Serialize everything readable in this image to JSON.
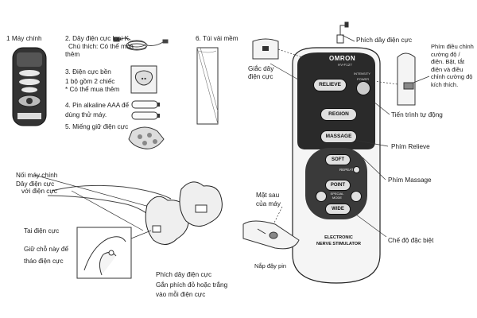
{
  "parts_list": {
    "item1": "1 Máy chính",
    "item2_line1": "2. Dây điện cực loại K.",
    "item2_line2": "Chú thích: Có thể mua",
    "item2_line3": "thêm",
    "item3_line1": "3. Điện cực bền",
    "item3_line2": "1 bộ gồm 2 chiếc",
    "item3_line3": "* Có thể mua thêm",
    "item4_line1": "4. Pin alkaline AAA để",
    "item4_line2": "dùng thử máy.",
    "item5": "5. Miếng giữ điện cực",
    "item6": "6. Túi vải mềm"
  },
  "assembly": {
    "connect_main": "Nối máy chính",
    "electrode_wire": "Dây điện cực",
    "with_electrode": "với điện cực",
    "ear": "Tai điện cực",
    "hold_line1": "Giữ chỗ này để",
    "hold_line2": "tháo điện cực",
    "plug_label": "Phích dây điện cực",
    "plug_note_line1": "Gắn phích đỏ hoặc trắng",
    "plug_note_line2": "vào mỗi điện cực"
  },
  "device_callouts": {
    "plug_top": "Phích dây điện cực",
    "jack_line1": "Giắc dây",
    "jack_line2": "điện cực",
    "intensity": "Phím điều chỉnh cường độ / điện. Bật, tắt điện và điều chỉnh cường độ kích thích.",
    "auto_progress": "Tiến trình tự động",
    "relieve_key": "Phím Relieve",
    "massage_key": "Phím Massage",
    "back_line1": "Mặt sau",
    "back_line2": "của máy",
    "battery_cover": "Nắp đậy pin",
    "special_mode": "Chế độ đặc biệt"
  },
  "device_face": {
    "brand": "OMRON",
    "model": "HV-F127",
    "intensity_label": "INTENSITY",
    "power_label": "POWER",
    "relieve": "RELIEVE",
    "region": "REGION",
    "massage": "MASSAGE",
    "soft": "SOFT",
    "repeat": "REPEAT",
    "point": "POINT",
    "special_mode": "SPECIAL MODE",
    "wide": "WIDE",
    "footer_line1": "ELECTRONIC",
    "footer_line2": "NERVE STIMULATOR"
  },
  "colors": {
    "device_dark": "#2a2a2a",
    "button_light": "#d9d9d9",
    "line": "#333333"
  }
}
